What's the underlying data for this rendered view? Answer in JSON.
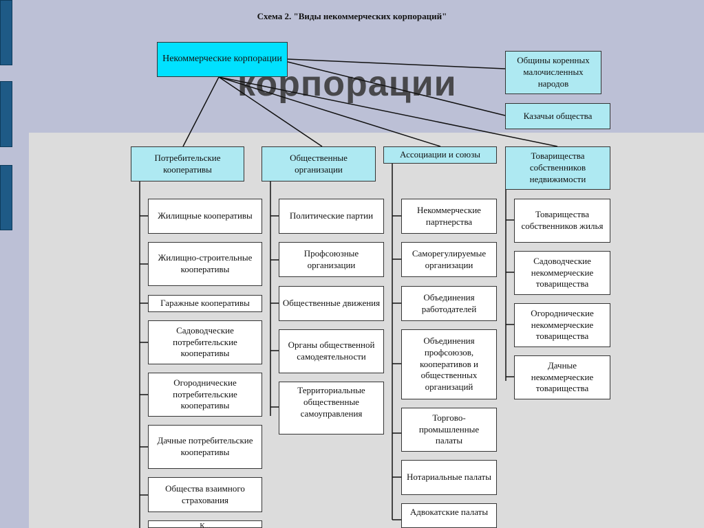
{
  "title": "Схема 2. \"Виды некоммерческих корпораций\"",
  "watermark": "корпорации",
  "root": "Некоммерческие корпорации",
  "side_boxes": [
    "Общины коренных малочисленных народов",
    "Казачьи общества"
  ],
  "categories": [
    {
      "label": "Потребительские кооперативы",
      "items": [
        "Жилищные кооперативы",
        "Жилищно-строительные кооперативы",
        "Гаражные кооперативы",
        "Садоводческие потребительские кооперативы",
        "Огороднические потребительские кооперативы",
        "Дачные потребительские кооперативы",
        "Общества взаимного страхования",
        "К..."
      ]
    },
    {
      "label": "Общественные организации",
      "items": [
        "Политические партии",
        "Профсоюзные организации",
        "Общественные движения",
        "Органы общественной самодеятельности",
        "Территориальные общественные самоуправления"
      ]
    },
    {
      "label": "Ассоциации и союзы",
      "items": [
        "Некоммерческие партнерства",
        "Саморегулируемые организации",
        "Объединения работодателей",
        "Объединения профсоюзов, кооперативов и общественных организаций",
        "Торгово-промышленные палаты",
        "Нотариальные палаты",
        "Адвокатские палаты"
      ]
    },
    {
      "label": "Товарищества собственников недвижимости",
      "items": [
        "Товарищества собственников жилья",
        "Садоводческие некоммерческие товарищества",
        "Огороднические некоммерческие товарищества",
        "Дачные некоммерческие товарищества"
      ]
    }
  ]
}
